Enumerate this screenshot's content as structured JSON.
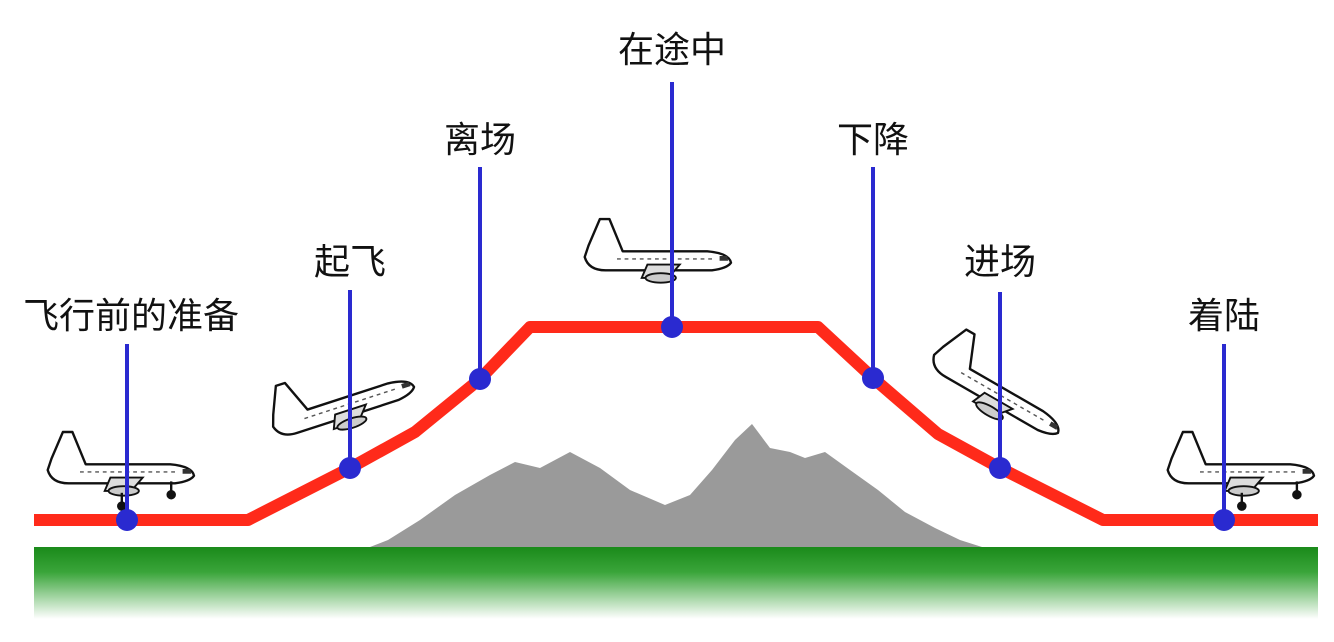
{
  "stages": [
    {
      "id": "preflight",
      "label": "飞行前的准备"
    },
    {
      "id": "takeoff",
      "label": "起飞"
    },
    {
      "id": "departure",
      "label": "离场"
    },
    {
      "id": "enroute",
      "label": "在途中"
    },
    {
      "id": "descent",
      "label": "下降"
    },
    {
      "id": "approach",
      "label": "进场"
    },
    {
      "id": "landing",
      "label": "着陆"
    }
  ],
  "colors": {
    "flight_path": "#ff2a1a",
    "marker": "#2a2ad0",
    "mountain": "#999999",
    "ground_top": "#1a8a1a",
    "ground_bottom": "#ffffff"
  }
}
